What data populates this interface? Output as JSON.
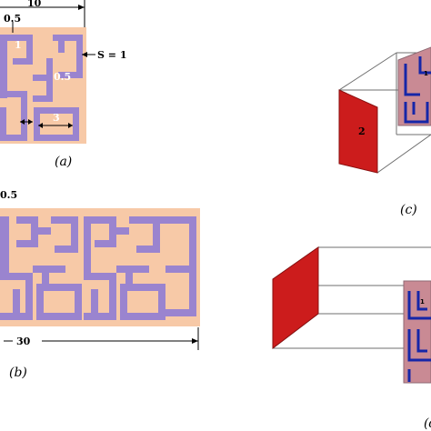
{
  "panel_a": {
    "dim_width": "10",
    "dim_gap": "0.5",
    "dim_s": "S = 1",
    "inner_width": "0.5",
    "label_1": "1",
    "label_3": "3",
    "caption": "(a)"
  },
  "panel_b": {
    "dim_gap": "0.5",
    "dim_length": "30",
    "caption": "(b)"
  },
  "panel_c": {
    "port_label": "2",
    "caption": "(c)"
  },
  "panel_d": {
    "caption": "(d)"
  },
  "colors": {
    "substrate": "#f7c9a7",
    "metal": "#9a84cf",
    "port": "#d81d1d",
    "conductor_3d": "#1626a8",
    "box_edge": "#6f6f6f"
  }
}
